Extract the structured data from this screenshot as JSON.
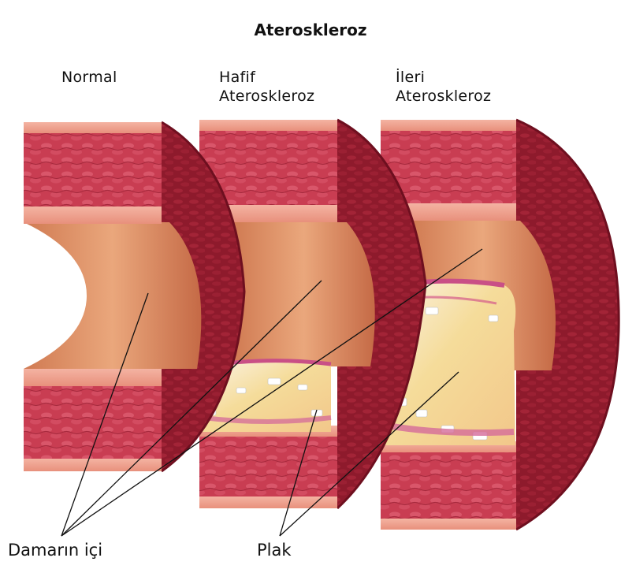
{
  "title": "Ateroskleroz",
  "stages": [
    {
      "line1": "Normal",
      "line2": ""
    },
    {
      "line1": "Hafif",
      "line2": "Ateroskleroz"
    },
    {
      "line1": "İleri",
      "line2": "Ateroskleroz"
    }
  ],
  "labels": {
    "lumen": "Damarın içi",
    "plaque": "Plak"
  },
  "colors": {
    "outer_wall": "#c23348",
    "outer_wall_dark": "#7e1124",
    "intima_band": "#f0a595",
    "lumen": "#e39a70",
    "plaque_white": "#f7f0f2",
    "plaque_yellow": "#f4df9f"
  }
}
